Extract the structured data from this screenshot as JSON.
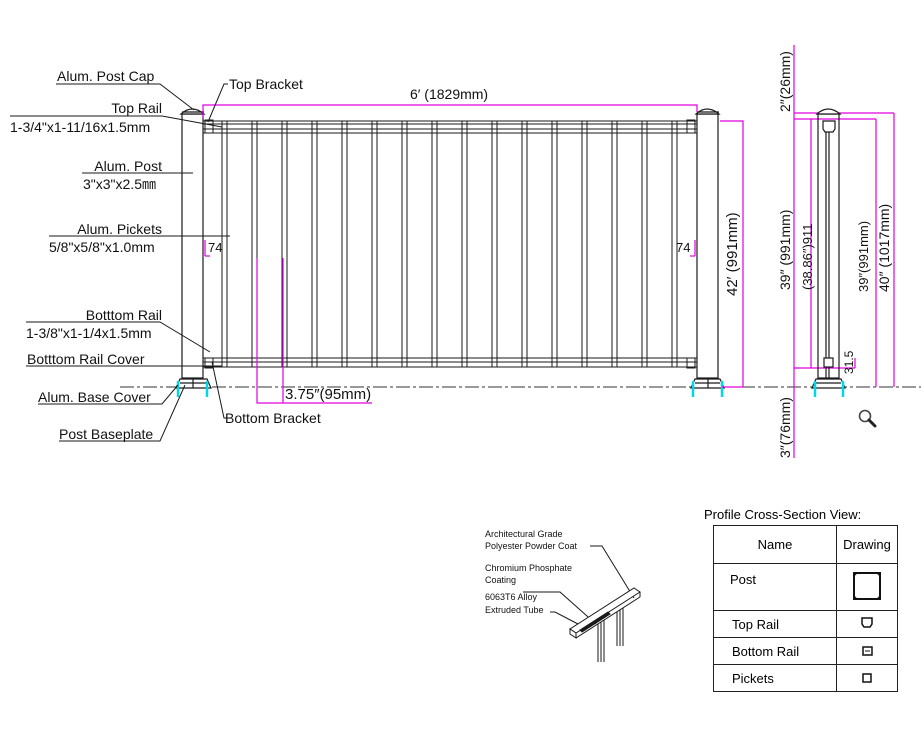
{
  "labels": {
    "post_cap": "Alum. Post Cap",
    "top_bracket": "Top Bracket",
    "top_rail": "Top Rail",
    "top_rail_size": "1-3/4\"x1-11/16x1.5mm",
    "post": "Alum. Post",
    "post_size": "3\"x3\"x2.5㎜",
    "pickets": "Alum. Pickets",
    "pickets_size": "5/8\"x5/8\"x1.0mm",
    "bottom_rail": "Botttom Rail",
    "bottom_rail_size": "1-3/8\"x1-1/4x1.5mm",
    "bottom_rail_cover": "Botttom Rail Cover",
    "base_cover": "Alum. Base Cover",
    "bottom_bracket": "Bottom Bracket",
    "post_baseplate": "Post Baseplate"
  },
  "dimensions": {
    "panel_width": "6′ (1829mm)",
    "gap_left": "74",
    "gap_right": "74",
    "total_height": "42′ (991mm)",
    "picket_spacing": "3.75″(95mm)",
    "side_cap_height": "2″(26mm)",
    "side_rail_height": "39″ (991mm)",
    "side_picket_height": "(38.86″)911",
    "side_inner_height": "39″(991mm)",
    "side_post_height": "40″ (1017mm)",
    "side_bottom_gap": "31.5",
    "side_ground_depth": "3″(76mm)"
  },
  "coating_callout": {
    "outer": [
      "Architectural Grade",
      "Polyester Powder Coat"
    ],
    "middle": [
      "Chromium Phosphate",
      "Coating"
    ],
    "inner": [
      "6063T6 Alloy",
      "Extruded Tube"
    ]
  },
  "cross_section": {
    "title": "Profile Cross-Section View:",
    "headers": [
      "Name",
      "Drawing"
    ],
    "rows": [
      {
        "name": "Post",
        "icon": "post-profile-icon"
      },
      {
        "name": "Top Rail",
        "icon": "top-rail-profile-icon"
      },
      {
        "name": "Bottom Rail",
        "icon": "bottom-rail-profile-icon"
      },
      {
        "name": "Pickets",
        "icon": "picket-profile-icon"
      }
    ]
  },
  "colors": {
    "line": "#1a1a1a",
    "dimension": "#e000e0",
    "anchor": "#00d8e8"
  },
  "tools": {
    "zoom": "magnifier-icon"
  }
}
